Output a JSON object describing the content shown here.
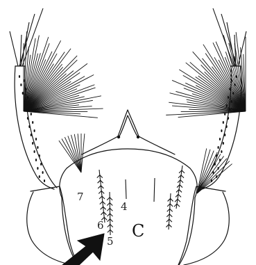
{
  "figure": {
    "labels": {
      "seta_7": "7",
      "seta_4": "4",
      "seta_6": "6",
      "seta_5": "5",
      "region_c": "C"
    },
    "colors": {
      "ink": "#111111",
      "background": "#ffffff"
    }
  }
}
